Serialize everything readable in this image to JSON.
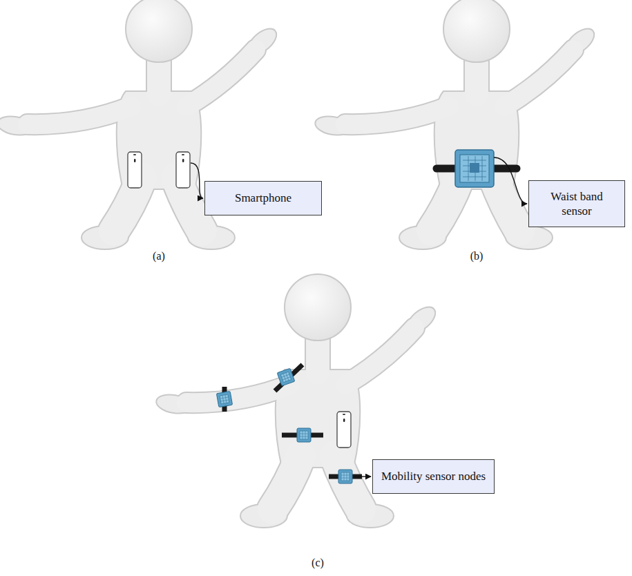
{
  "diagram": {
    "nodes": [
      {
        "text": [
          "Smartphone"
        ]
      },
      {
        "text": [
          "Waist band sensor"
        ]
      },
      {
        "text": [
          "Mobility sensor nodes"
        ]
      }
    ],
    "labels": [
      "(a)",
      "(b)",
      "(c)"
    ]
  }
}
